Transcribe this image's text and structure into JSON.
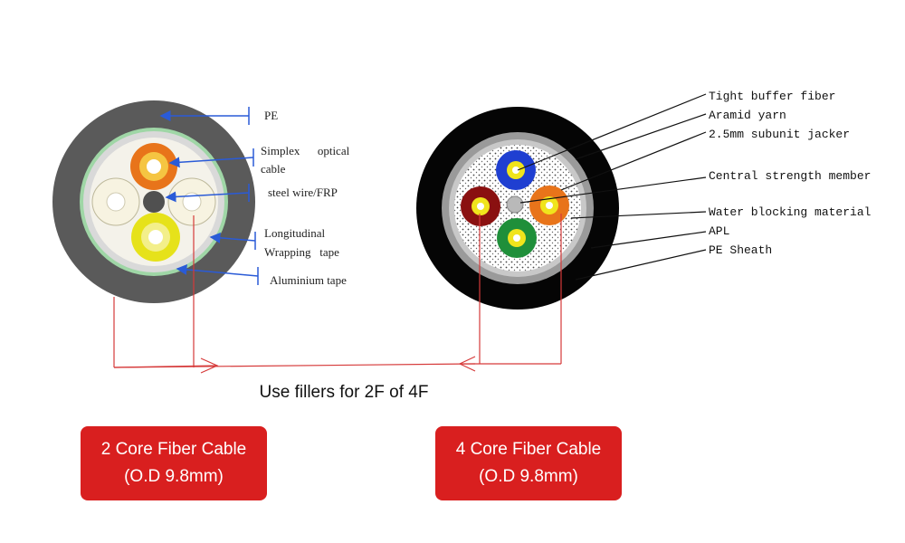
{
  "left_cable": {
    "labels": {
      "pe": "PE",
      "simplex_line1": "Simplex      optical",
      "simplex_line2": "cable",
      "steel_wire": "steel wire/FRP",
      "wrap_line1": "Longitudinal",
      "wrap_line2": "Wrapping   tape",
      "aluminium": "Aluminium tape"
    }
  },
  "right_cable": {
    "labels": {
      "tight_buffer": "Tight buffer fiber",
      "aramid": "Aramid yarn",
      "subunit": "2.5mm subunit jacker",
      "central": "Central strength member",
      "water": "Water blocking material",
      "apl": "APL",
      "pe_sheath": "PE Sheath"
    }
  },
  "caption": "Use fillers for 2F of 4F",
  "badges": [
    {
      "line1": "2 Core Fiber Cable",
      "line2": "(O.D 9.8mm)"
    },
    {
      "line1": "4 Core Fiber Cable",
      "line2": "(O.D 9.8mm)"
    }
  ],
  "colors": {
    "badge": "#d91f1f",
    "label_arrow": "#2a5bd7",
    "bracket": "#d63a3a",
    "orange": "#e8741a",
    "yellow": "#e6e21a",
    "blue": "#1f3fd1",
    "green": "#1f8f3a",
    "maroon": "#8a1010"
  }
}
